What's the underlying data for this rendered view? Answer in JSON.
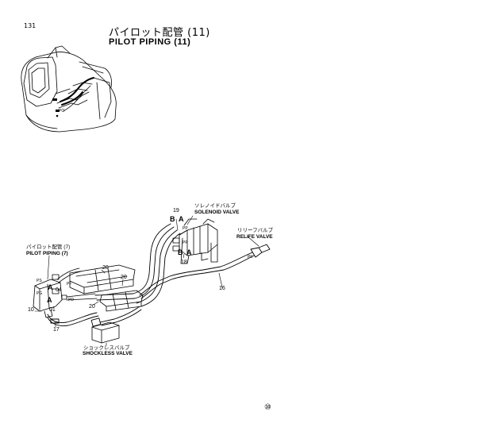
{
  "page_number": "131",
  "title_ja": "パイロット配管 (11)",
  "title_en": "PILOT PIPING (11)",
  "callouts": {
    "solenoid_ja": "ソレノイドバルブ",
    "solenoid_en": "SOLENOID VALVE",
    "relief_ja": "リリーフバルブ",
    "relief_en": "RELIFE VALVE",
    "pilot_ja": "パイロット配管 (7)",
    "pilot_en": "PILOT PIPING (7)",
    "shockless_ja": "ショックレスバルブ",
    "shockless_en": "SHOCKLESS VALVE"
  },
  "part_numbers": {
    "p19": "19",
    "p18": "18",
    "p16": "16",
    "p20a": "20",
    "p20b": "20",
    "p20c": "20",
    "p10": "10",
    "p04": "04",
    "p01": "01",
    "p17": "17"
  },
  "port_letters": {
    "b_top": "B",
    "a_top": "A",
    "b_bottom": "B",
    "a_bottom": "A",
    "a_left1": "A",
    "a_left2": "A"
  },
  "port_codes": {
    "pp1": "PP",
    "pp2": "PP",
    "pf": "PF",
    "pg": "PG",
    "p0": "P0",
    "pd": "PD",
    "ps": "PS",
    "po_view": "PO"
  },
  "footer_mark": "⑩"
}
